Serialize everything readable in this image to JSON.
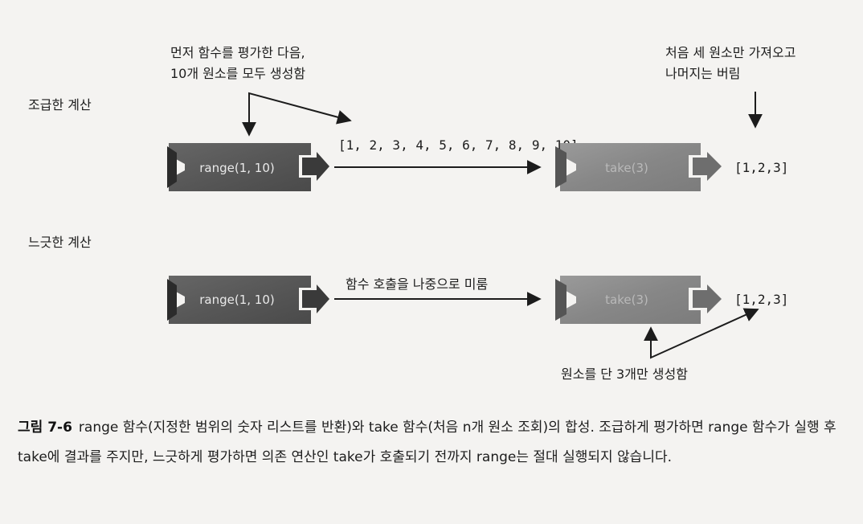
{
  "eager": {
    "title": "조급한 계산",
    "note_line1": "먼저 함수를 평가한 다음,",
    "note_line2": "10개 원소를 모두 생성함",
    "range_label": "range(1, 10)",
    "list_output": "[1, 2, 3, 4, 5, 6, 7, 8, 9, 10]",
    "take_label": "take(3)",
    "take_note_line1": "처음 세 원소만 가져오고",
    "take_note_line2": "나머지는 버림",
    "result": "[1,2,3]"
  },
  "lazy": {
    "title": "느긋한 계산",
    "range_label": "range(1, 10)",
    "deferred_note": "함수 호출을 나중으로 미룸",
    "take_label": "take(3)",
    "result": "[1,2,3]",
    "bottom_note": "원소를 단 3개만 생성함"
  },
  "caption": {
    "label": "그림 7-6",
    "text": "range 함수(지정한 범위의 숫자 리스트를 반환)와 take 함수(처음 n개 원소 조회)의 합성. 조급하게 평가하면 range 함수가 실행 후 take에 결과를 주지만, 느긋하게 평가하면 의존 연산인 take가 호출되기 전까지 range는 절대 실행되지 않습니다."
  },
  "colors": {
    "block_dark": "#5a5a5a",
    "block_light": "#8d8d8d",
    "arrow": "#1c1c1c"
  }
}
